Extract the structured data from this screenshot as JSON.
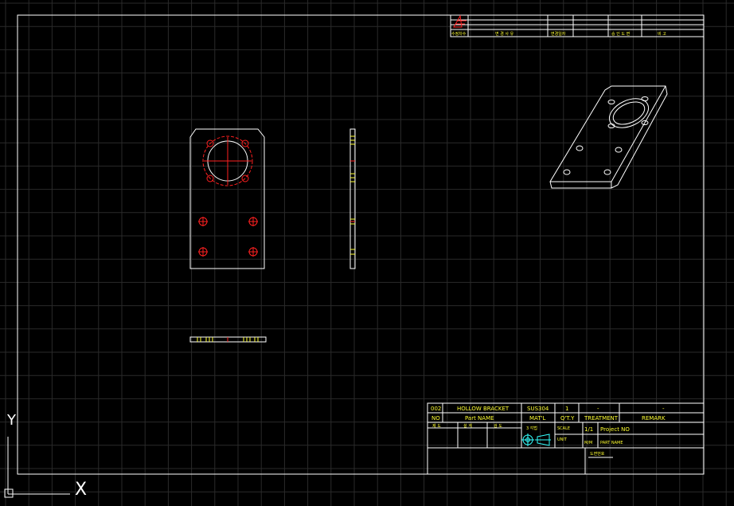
{
  "canvas": {
    "background": "#000000",
    "grid_color": "#2a2a2a",
    "frame_color": "#ffffff"
  },
  "colors": {
    "white": "#ffffff",
    "red": "#ff2020",
    "yellow": "#ffff33",
    "cyan": "#33ffff"
  },
  "revision_block": {
    "header_left": "수정차수",
    "header_cols": [
      "변 경 사 유",
      "변경일자",
      "승 인 도 면",
      "비 고"
    ]
  },
  "title_block": {
    "row1": {
      "no": "002",
      "part_name": "HOLLOW BRACKET",
      "material": "SUS304",
      "qty": "1",
      "treatment": "-",
      "remark": "-"
    },
    "row2": {
      "no": "NO",
      "part_name": "Part NAME",
      "material": "MAT'L",
      "qty": "Q'T.Y",
      "treatment": "TREATMENT",
      "remark": "REMARK"
    },
    "row3": {
      "designer": "설 계",
      "drawer": "제 도",
      "checker": "검 도",
      "projection_label": "3 각법",
      "scale_label": "SCALE",
      "scale_value": "1/1",
      "project_no": "Project NO"
    },
    "row4": {
      "unit_label": "UNIT",
      "unit_value": "M/M",
      "part_name_label": "PART NAME"
    },
    "drawing_no_label": "도면번호"
  },
  "ucs_icon": {
    "y_label": "Y",
    "x_label": "X"
  }
}
